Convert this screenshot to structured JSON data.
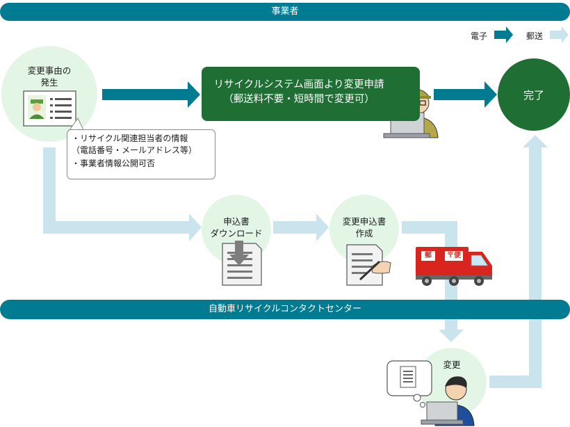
{
  "top_band": {
    "label": "事業者"
  },
  "bottom_band": {
    "label": "自動車リサイクルコンタクトセンター"
  },
  "legend": {
    "electronic": "電子",
    "postal": "郵送"
  },
  "start": {
    "line1": "変更事由の",
    "line2": "発生"
  },
  "bubble": {
    "item1": "・リサイクル関連担当者の情報",
    "item1_sub": "（電話番号・メールアドレス等）",
    "item2": "・事業者情報公開可否"
  },
  "system_box": {
    "line1": "リサイクルシステム画面より変更申請",
    "line2": "（郵送料不要・短時間で変更可）"
  },
  "done": {
    "label": "完了"
  },
  "download": {
    "line1": "申込書",
    "line2": "ダウンロード"
  },
  "create": {
    "line1": "変更申込書",
    "line2": "作成"
  },
  "truck": {
    "sign1": "郵",
    "sign2": "〒便"
  },
  "change": {
    "label": "変更"
  },
  "colors": {
    "band": "#007b91",
    "electronic_arrow": "#007b91",
    "postal_arrow": "#c9e4ec",
    "green": "#1f6f34",
    "light_circle": "#e3f6e6"
  }
}
